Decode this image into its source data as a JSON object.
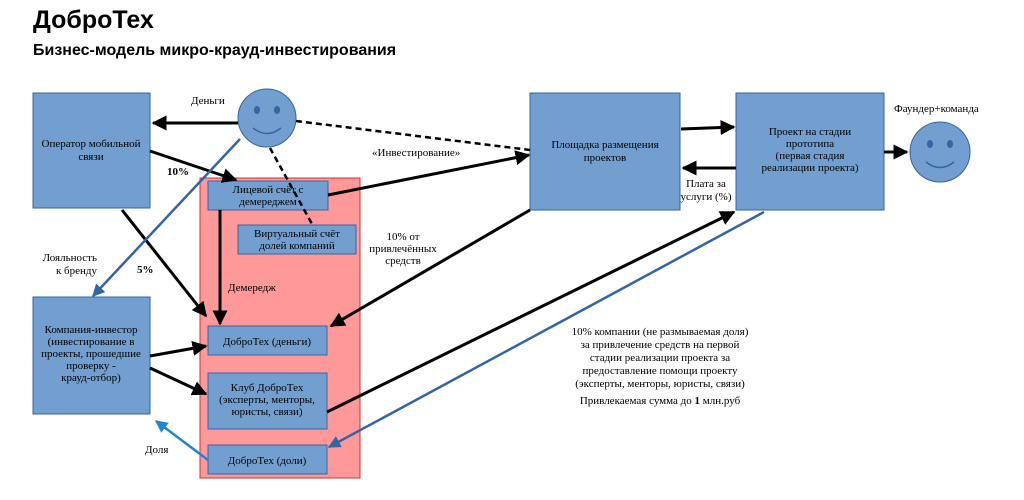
{
  "title": "ДоброТех",
  "subtitle": "Бизнес-модель микро-крауд-инвестирования",
  "colors": {
    "box_fill": "#729fcf",
    "box_stroke": "#3465a4",
    "container_fill": "#ff9999",
    "container_stroke": "#cc3333",
    "arrow_black": "#000000",
    "arrow_blue": "#3465a4",
    "arrow_light_blue": "#1f86d6"
  },
  "nodes": {
    "operator": [
      "Оператор мобильной",
      "связи"
    ],
    "company": [
      "Компания-инвестор",
      "(инвестирование в",
      "проекты, прошедшие",
      "проверку -",
      "крауд-отбор)"
    ],
    "platform": [
      "Площадка размещения",
      "проектов"
    ],
    "project": [
      "Проект на стадии",
      "прототипа",
      "(первая стадия",
      "реализации проекта)"
    ],
    "personal_account": [
      "Лицевой счёт с",
      "демереджем"
    ],
    "virtual_account": [
      "Виртуальный счёт",
      "долей компаний"
    ],
    "dobrotech_money": [
      "ДоброТех (деньги)"
    ],
    "club": [
      "Клуб ДоброТех",
      "(эксперты, менторы,",
      "юристы, связи)"
    ],
    "dobrotech_shares": [
      "ДоброТех (доли)"
    ]
  },
  "faces": {
    "investor": "smiley-face-icon",
    "founder": "smiley-face-icon"
  },
  "labels": {
    "money": "Деньги",
    "investing": "«Инвестирование»",
    "pct10": "10%",
    "pct5": "5%",
    "loyalty": [
      "Лояльность",
      "к бренду"
    ],
    "share": "Доля",
    "demurrage": "Демередж",
    "founder": "Фаундер+команда",
    "fee": [
      "Плата за",
      "услуги (%)"
    ],
    "raised": [
      "10% от",
      "привлечённых",
      "средств"
    ],
    "terms": [
      "10% компании (не размываемая доля)",
      "за привлечение средств на первой",
      "стадии реализации проекта за",
      "предоставление помощи проекту",
      "(эксперты, менторы, юристы, связи)"
    ],
    "limit_prefix": "Привлекаемая сумма до ",
    "limit_value": "1",
    "limit_suffix": " млн.руб"
  }
}
